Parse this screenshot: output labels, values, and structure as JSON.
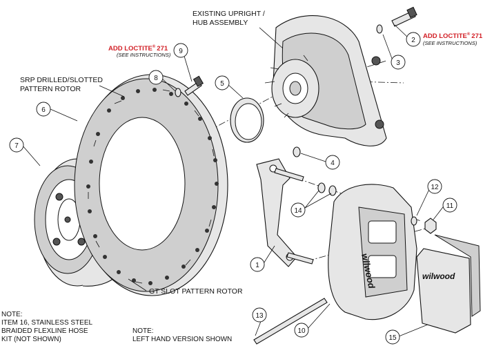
{
  "labels": {
    "existing_upright_1": "EXISTING UPRIGHT /",
    "existing_upright_2": "HUB ASSEMBLY",
    "srp_rotor_1": "SRP DRILLED/SLOTTED",
    "srp_rotor_2": "PATTERN ROTOR",
    "gt_slot_rotor": "GT SLOT PATTERN ROTOR",
    "add_loctite_left": "ADD LOCTITE",
    "add_loctite_right": "ADD LOCTITE",
    "reg_mark": "®",
    "loctite_number": "271",
    "see_instructions_left": "(SEE INSTRUCTIONS)",
    "see_instructions_right": "(SEE INSTRUCTIONS)",
    "caliper_logo": "wilwood",
    "pad_logo": "wilwood"
  },
  "callouts": [
    "1",
    "2",
    "3",
    "4",
    "5",
    "6",
    "7",
    "8",
    "9",
    "10",
    "11",
    "12",
    "13",
    "14",
    "15"
  ],
  "notes": {
    "note1_title": "NOTE:",
    "note1_line1": "ITEM 16, STAINLESS STEEL",
    "note1_line2": "BRAIDED FLEXLINE HOSE",
    "note1_line3": "KIT (NOT SHOWN)",
    "note2_title": "NOTE:",
    "note2_line1": "LEFT HAND VERSION SHOWN"
  },
  "colors": {
    "loctite_red": "#d21f26",
    "line": "#111111",
    "part_fill": "#e6e6e6"
  }
}
